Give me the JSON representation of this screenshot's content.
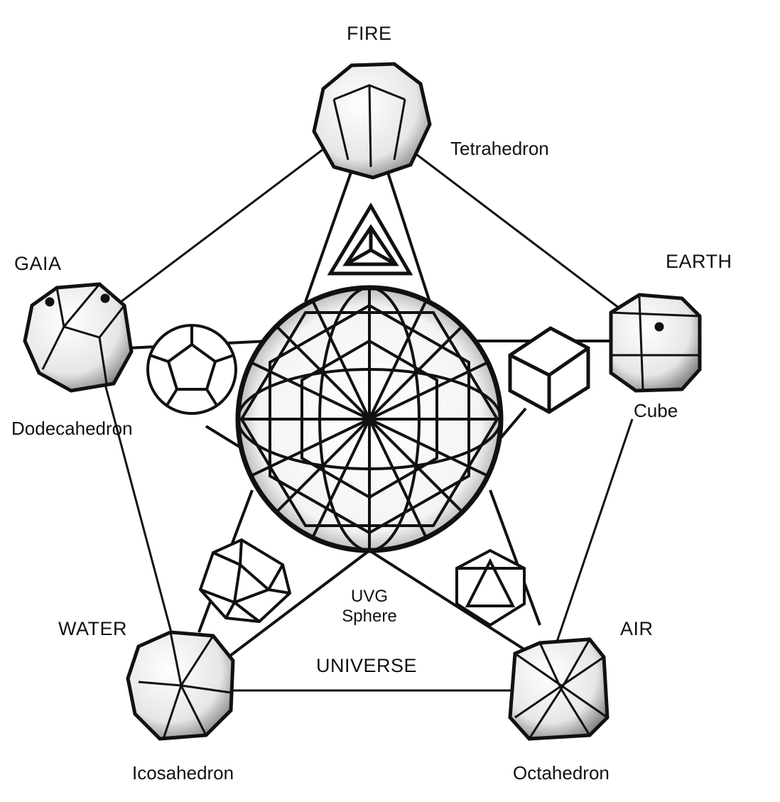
{
  "labels": {
    "fire": "FIRE",
    "earth": "EARTH",
    "gaia": "GAIA",
    "water": "WATER",
    "air": "AIR",
    "universe": "UNIVERSE",
    "tetrahedron": "Tetrahedron",
    "cube": "Cube",
    "dodecahedron": "Dodecahedron",
    "icosahedron": "Icosahedron",
    "octahedron": "Octahedron",
    "center_line1": "UVG",
    "center_line2": "Sphere"
  },
  "colors": {
    "ink": "#111111",
    "background": "#ffffff"
  }
}
